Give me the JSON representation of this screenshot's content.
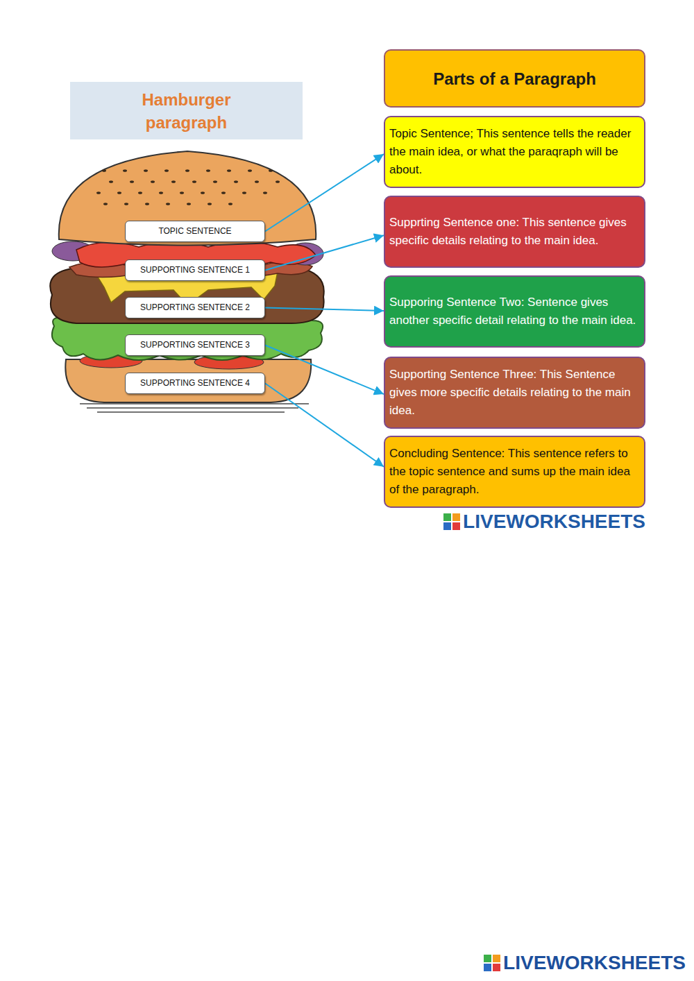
{
  "diagram": {
    "nodes": [
      {
        "text": [
          "Hamburger paragraph"
        ]
      },
      {
        "text": [
          "Parts of a Paragraph"
        ]
      },
      {
        "text": [
          "TOPIC SENTENCE"
        ]
      },
      {
        "text": [
          "SUPPORTING SENTENCE 1"
        ]
      },
      {
        "text": [
          "SUPPORTING SENTENCE 2"
        ]
      },
      {
        "text": [
          "SUPPORTING SENTENCE 3"
        ]
      },
      {
        "text": [
          "SUPPORTING SENTENCE 4"
        ]
      },
      {
        "text": [
          "Topic Sentence; This sentence tells the reader the main idea, or what the paraqraph will be about."
        ]
      },
      {
        "text": [
          "Supprting Sentence one: This sentence gives specific details relating to the main idea."
        ]
      },
      {
        "text": [
          "Supporing Sentence Two: Sentence gives another specific detail relating to the main idea."
        ]
      },
      {
        "text": [
          "Supporting Sentence Three: This Sentence gives more specific details relating to the main idea."
        ]
      },
      {
        "text": [
          "Concluding Sentence: This sentence refers to the topic sentence and sums up the main idea of the paragraph."
        ]
      }
    ],
    "edges": [
      {
        "from": 2,
        "to": 7,
        "arrow": "to"
      },
      {
        "from": 3,
        "to": 8,
        "arrow": "to"
      },
      {
        "from": 4,
        "to": 9,
        "arrow": "to"
      },
      {
        "from": 5,
        "to": 10,
        "arrow": "to"
      },
      {
        "from": 6,
        "to": 11,
        "arrow": "to"
      }
    ],
    "labels": [
      "LIVEWORKSHEETS",
      "LIVEWORKSHEETS"
    ]
  }
}
